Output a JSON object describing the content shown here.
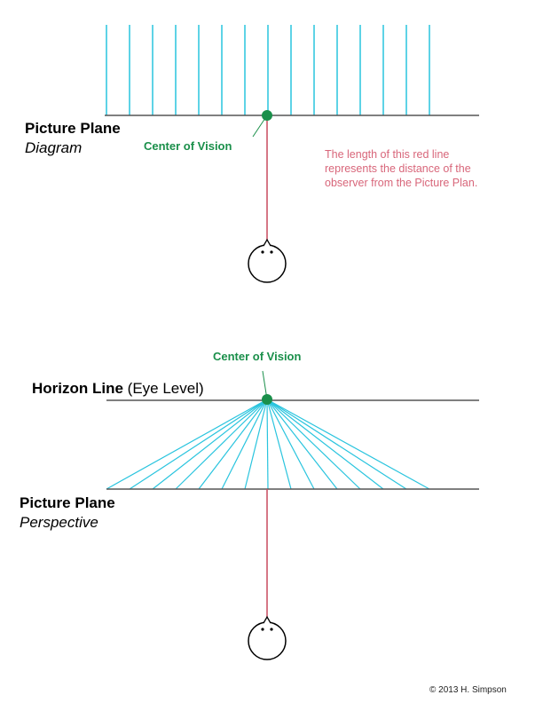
{
  "top": {
    "title": "Picture Plane",
    "subtitle": "Diagram",
    "center_label": "Center of Vision",
    "note": "The length of this red line represents the distance of the observer from the Picture Plan."
  },
  "bottom": {
    "center_label": "Center of Vision",
    "horizon_bold": "Horizon Line",
    "horizon_paren": " (Eye Level)",
    "title": "Picture Plane",
    "subtitle": "Perspective"
  },
  "copyright": "© 2013 H. Simpson",
  "colors": {
    "cyan": "#29c4de",
    "green": "#1a8f4a",
    "red": "#c94a5f",
    "line": "#555555"
  },
  "ray_count": 15
}
